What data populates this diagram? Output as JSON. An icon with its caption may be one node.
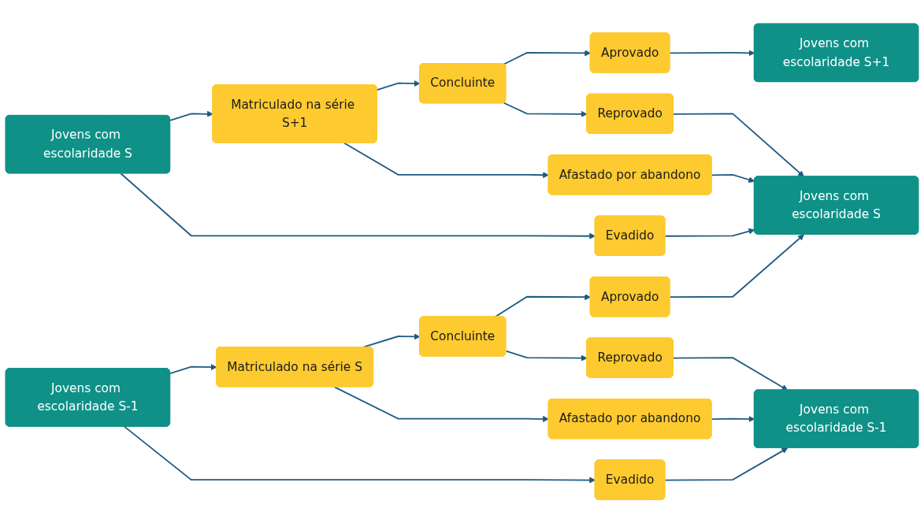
{
  "diagram": {
    "nodes": [
      {
        "text": [
          "Jovens com escolaridade S"
        ]
      },
      {
        "text": [
          "Matriculado na série S+1"
        ]
      },
      {
        "text": [
          "Evadido"
        ]
      },
      {
        "text": [
          "Concluinte"
        ]
      },
      {
        "text": [
          "Afastado por abandono"
        ]
      },
      {
        "text": [
          "Aprovado"
        ]
      },
      {
        "text": [
          "Reprovado"
        ]
      },
      {
        "text": [
          "Jovens com escolaridade S+1"
        ]
      },
      {
        "text": [
          "Jovens com escolaridade S"
        ]
      },
      {
        "text": [
          "Jovens com escolaridade S-1"
        ]
      },
      {
        "text": [
          "Matriculado na série S"
        ]
      },
      {
        "text": [
          "Evadido"
        ]
      },
      {
        "text": [
          "Concluinte"
        ]
      },
      {
        "text": [
          "Afastado por abandono"
        ]
      },
      {
        "text": [
          "Aprovado"
        ]
      },
      {
        "text": [
          "Reprovado"
        ]
      },
      {
        "text": [
          "Jovens com escolaridade S-1"
        ]
      }
    ],
    "edges": [
      {
        "from": 0,
        "to": 1,
        "arrow": "to"
      },
      {
        "from": 0,
        "to": 2,
        "arrow": "to"
      },
      {
        "from": 1,
        "to": 3,
        "arrow": "to"
      },
      {
        "from": 1,
        "to": 4,
        "arrow": "to"
      },
      {
        "from": 3,
        "to": 5,
        "arrow": "to"
      },
      {
        "from": 3,
        "to": 6,
        "arrow": "to"
      },
      {
        "from": 5,
        "to": 7,
        "arrow": "to"
      },
      {
        "from": 6,
        "to": 8,
        "arrow": "to"
      },
      {
        "from": 4,
        "to": 8,
        "arrow": "to"
      },
      {
        "from": 2,
        "to": 8,
        "arrow": "to"
      },
      {
        "from": 9,
        "to": 10,
        "arrow": "to"
      },
      {
        "from": 9,
        "to": 11,
        "arrow": "to"
      },
      {
        "from": 10,
        "to": 12,
        "arrow": "to"
      },
      {
        "from": 10,
        "to": 13,
        "arrow": "to"
      },
      {
        "from": 12,
        "to": 14,
        "arrow": "to"
      },
      {
        "from": 12,
        "to": 15,
        "arrow": "to"
      },
      {
        "from": 14,
        "to": 8,
        "arrow": "to"
      },
      {
        "from": 15,
        "to": 16,
        "arrow": "to"
      },
      {
        "from": 13,
        "to": 16,
        "arrow": "to"
      },
      {
        "from": 11,
        "to": 16,
        "arrow": "to"
      }
    ]
  }
}
